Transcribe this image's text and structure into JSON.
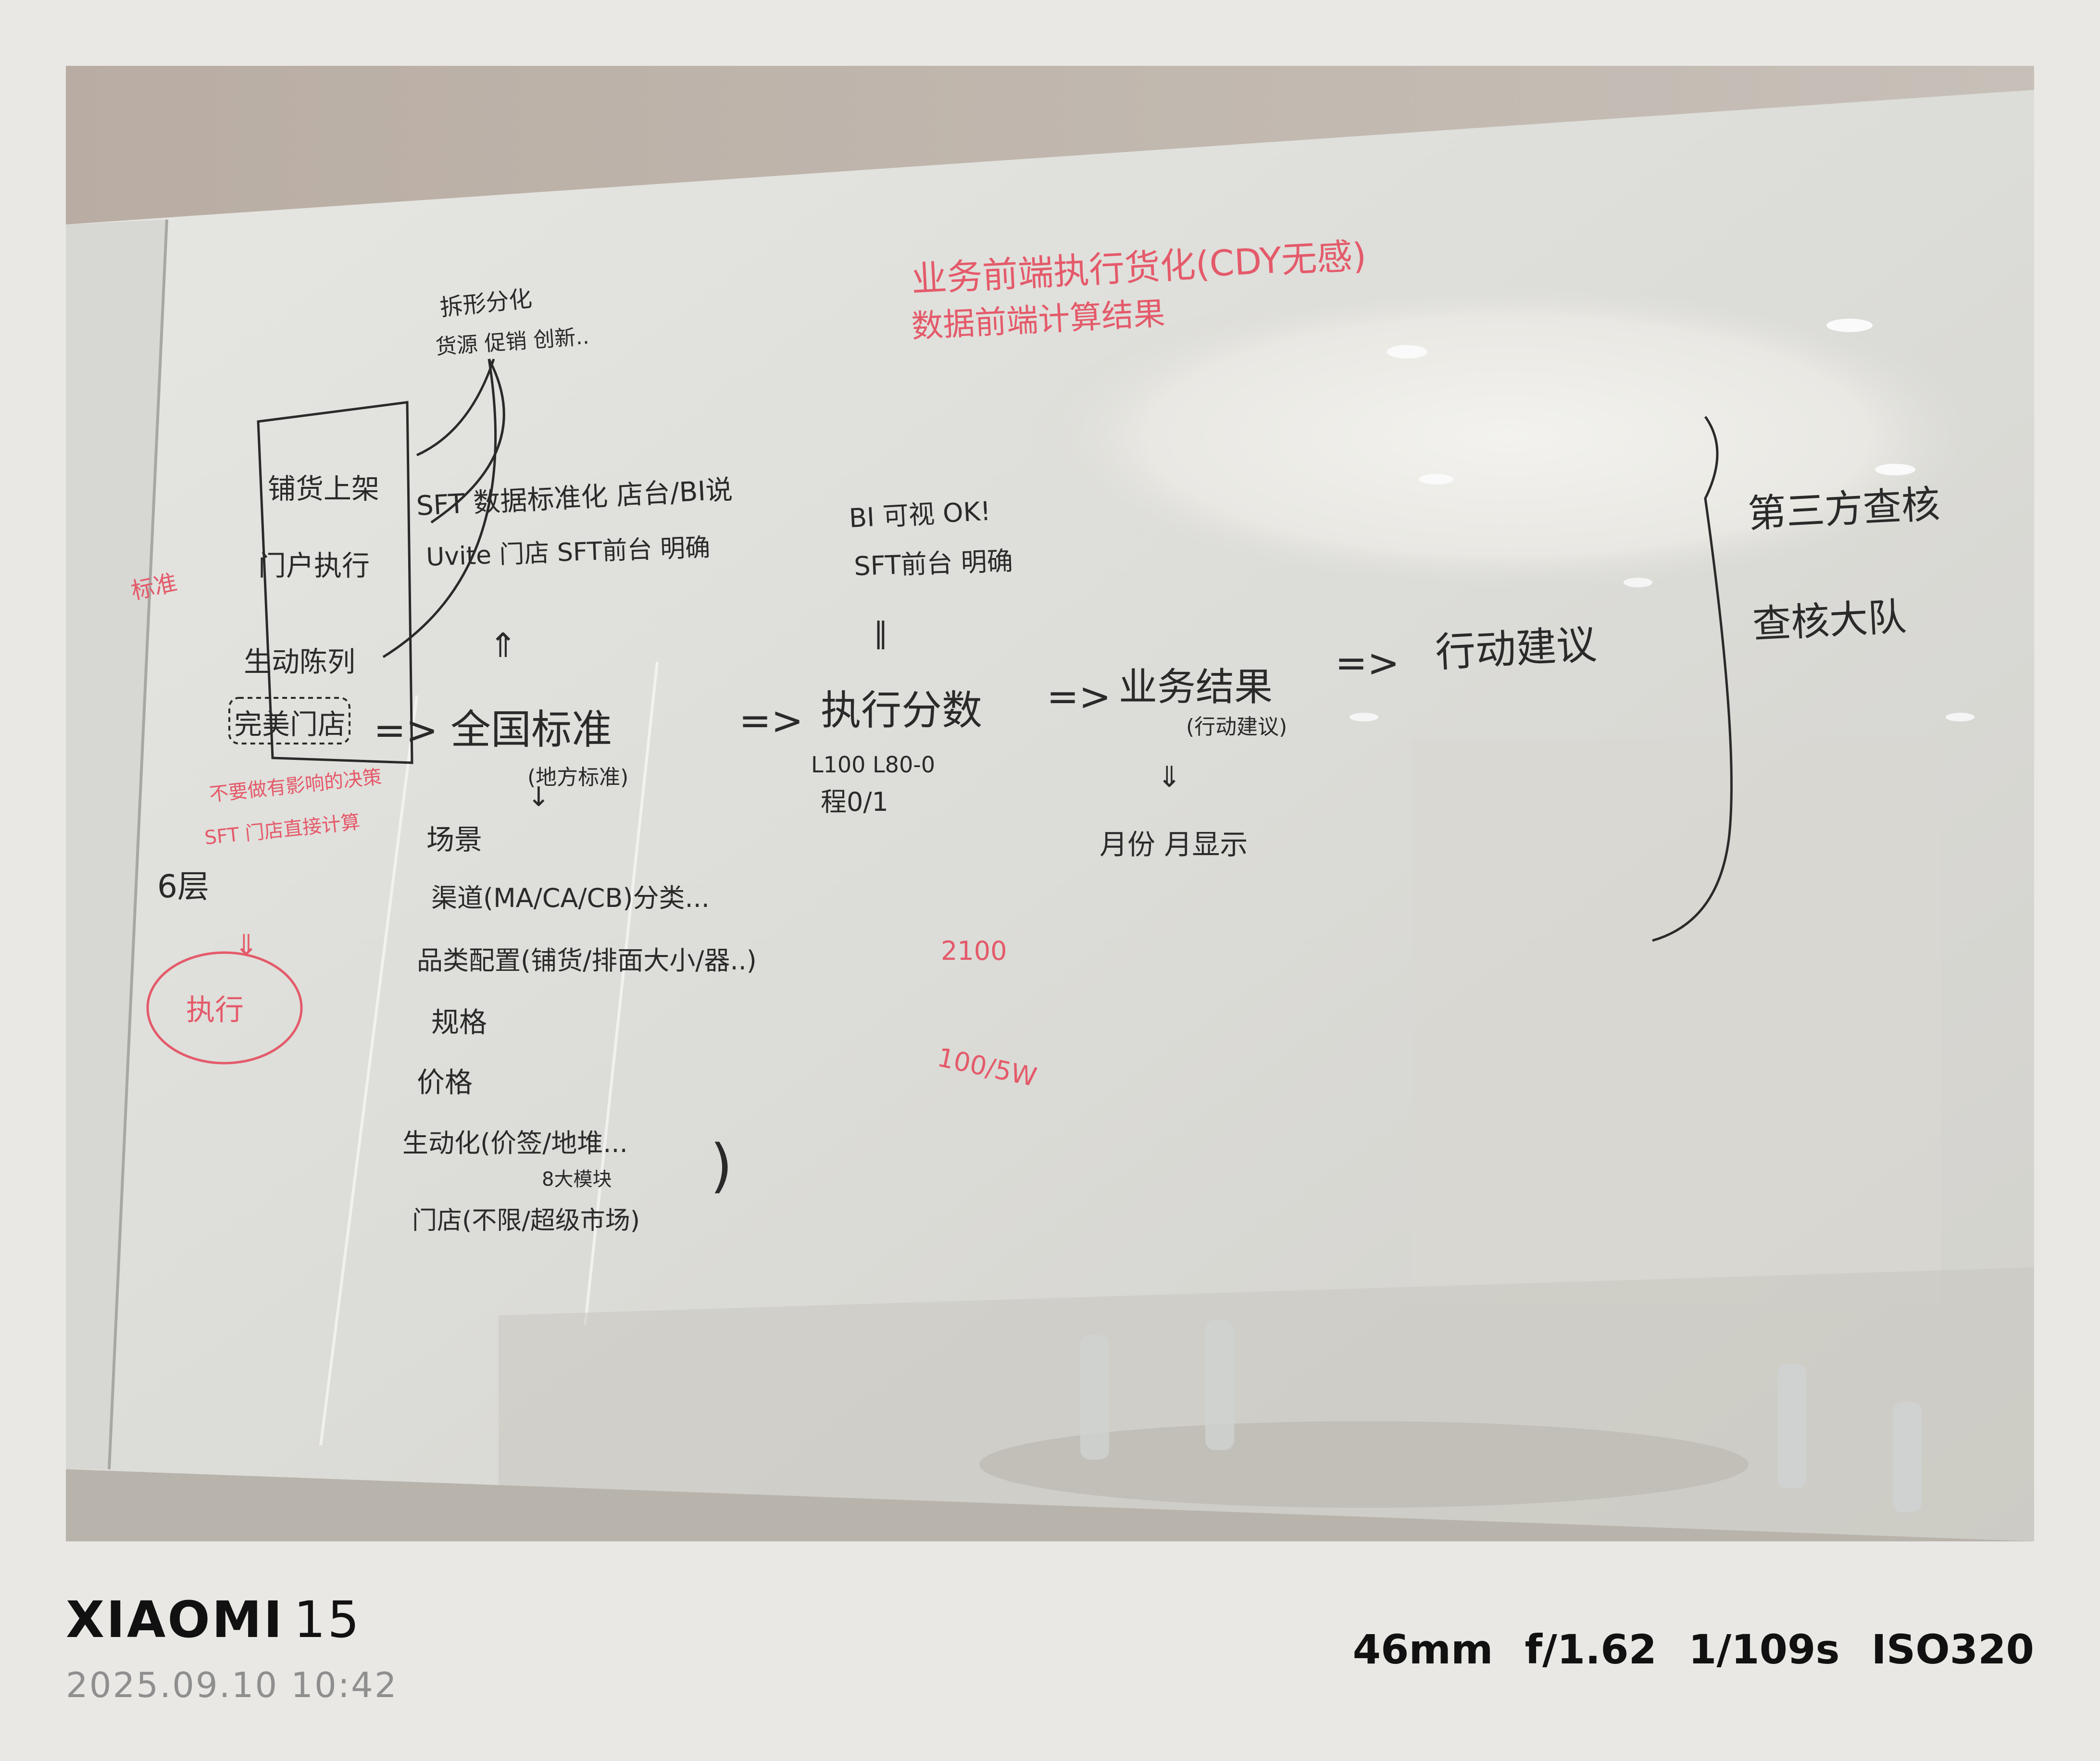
{
  "photo": {
    "description_icon": "whiteboard-photo",
    "whiteboard": {
      "red_top": [
        "业务前端执行货化(CDY无感)",
        "数据前端计算结果"
      ],
      "top_left_note": [
        "拆形分化",
        "货源 促销 创新.."
      ],
      "box_items": [
        "铺货上架",
        "门户执行",
        "生动陈列",
        "完美门店"
      ],
      "side_red_note": "标准",
      "middle_top": [
        "SFT 数据标准化 店台/BI说",
        "Uvite 门店 SFT前台 明确"
      ],
      "main_flow": [
        "全国标准",
        "执行分数",
        "业务结果",
        "行动建议"
      ],
      "main_flow_sub": [
        "(地方标准)",
        "(行动建议)"
      ],
      "arrow_symbol": "=>",
      "right_middle": [
        "BI 可视 OK!",
        "SFT前台 明确"
      ],
      "score_line": [
        "L100 L80-0",
        "程0/1"
      ],
      "monthly": "月份 月显示",
      "list_items": [
        "场景",
        "渠道(MA/CA/CB)分类...",
        "品类配置(铺货/排面大小/器..)",
        "规格",
        "价格",
        "生动化(价签/地堆...",
        "8大模块",
        "门店(不限/超级市场)"
      ],
      "left_red_block": [
        "不要做有影响的决策",
        "SFT 门店直接计算"
      ],
      "left_black": "6层",
      "left_red_circle": "执行",
      "red_numbers": [
        "2100",
        "100/5W"
      ],
      "right_side": [
        "第三方查核",
        "查核大队"
      ]
    }
  },
  "footer": {
    "brand": "XIAOMI",
    "model": "15",
    "datetime": "2025.09.10 10:42",
    "focal_length": "46mm",
    "aperture": "f/1.62",
    "shutter": "1/109s",
    "iso": "ISO320"
  }
}
